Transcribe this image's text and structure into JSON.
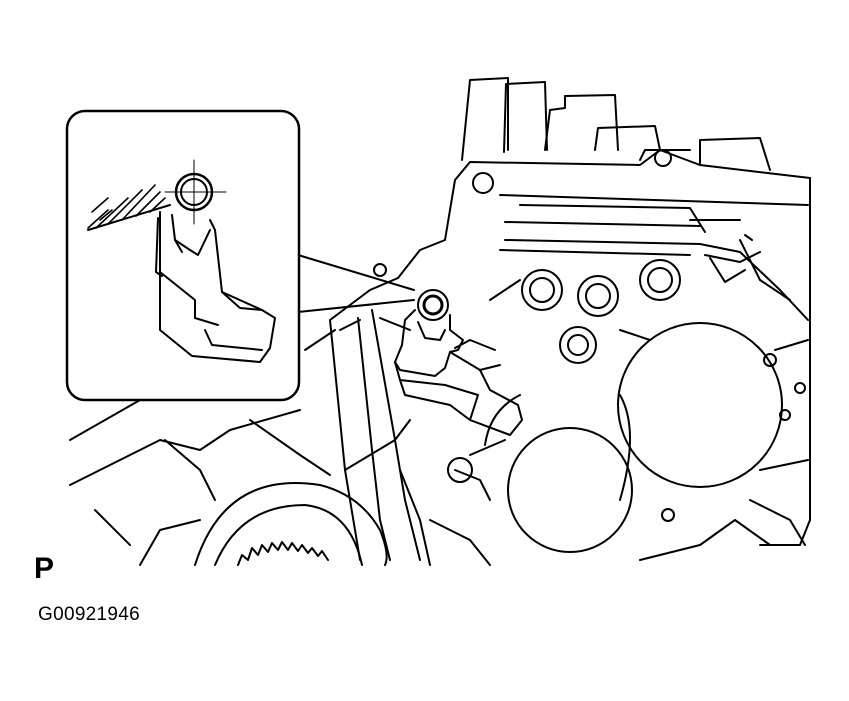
{
  "labels": {
    "view_letter": "P",
    "figure_code": "G00921946"
  },
  "colors": {
    "ink": "#000000",
    "paper": "#ffffff"
  },
  "components": [
    "transmission-case",
    "sensor-detail-inset",
    "sensor-bracket",
    "reference-circle",
    "oil-passage-holes",
    "bores",
    "gear"
  ]
}
